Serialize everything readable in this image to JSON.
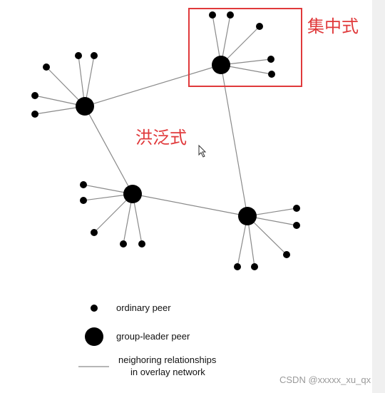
{
  "annotations": {
    "centralized": "集中式",
    "flooding": "洪泛式"
  },
  "legend": {
    "ordinary_peer": "ordinary peer",
    "group_leader_peer": "group-leader peer",
    "neighbor_line_1": "neighoring relationships",
    "neighbor_line_2": "in overlay network"
  },
  "watermark": "CSDN @xxxxx_xu_qx",
  "colors": {
    "annotation_red": "#e0393b",
    "edge_gray": "#8a8a8a",
    "node_black": "#000000"
  }
}
